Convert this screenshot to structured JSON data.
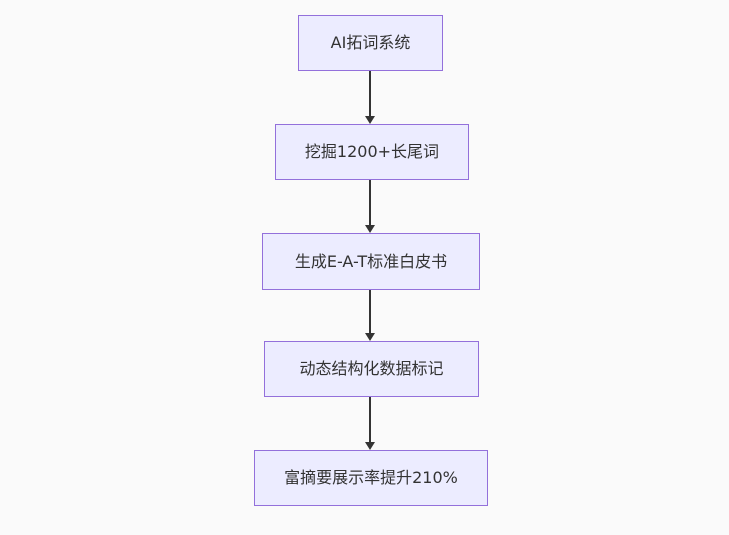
{
  "diagram": {
    "type": "flowchart",
    "direction": "top-down",
    "nodes": [
      {
        "label": "AI拓词系统"
      },
      {
        "label": "挖掘1200+长尾词"
      },
      {
        "label": "生成E-A-T标准白皮书"
      },
      {
        "label": "动态结构化数据标记"
      },
      {
        "label": "富摘要展示率提升210%"
      }
    ],
    "edges": [
      {
        "from": 0,
        "to": 1,
        "style": "arrow-down"
      },
      {
        "from": 1,
        "to": 2,
        "style": "arrow-down"
      },
      {
        "from": 2,
        "to": 3,
        "style": "arrow-down"
      },
      {
        "from": 3,
        "to": 4,
        "style": "arrow-down"
      }
    ]
  },
  "colors": {
    "node_fill": "#ECECFF",
    "node_border": "#9370DB",
    "edge": "#333333",
    "text": "#333333",
    "background": "#FAFAFA"
  }
}
